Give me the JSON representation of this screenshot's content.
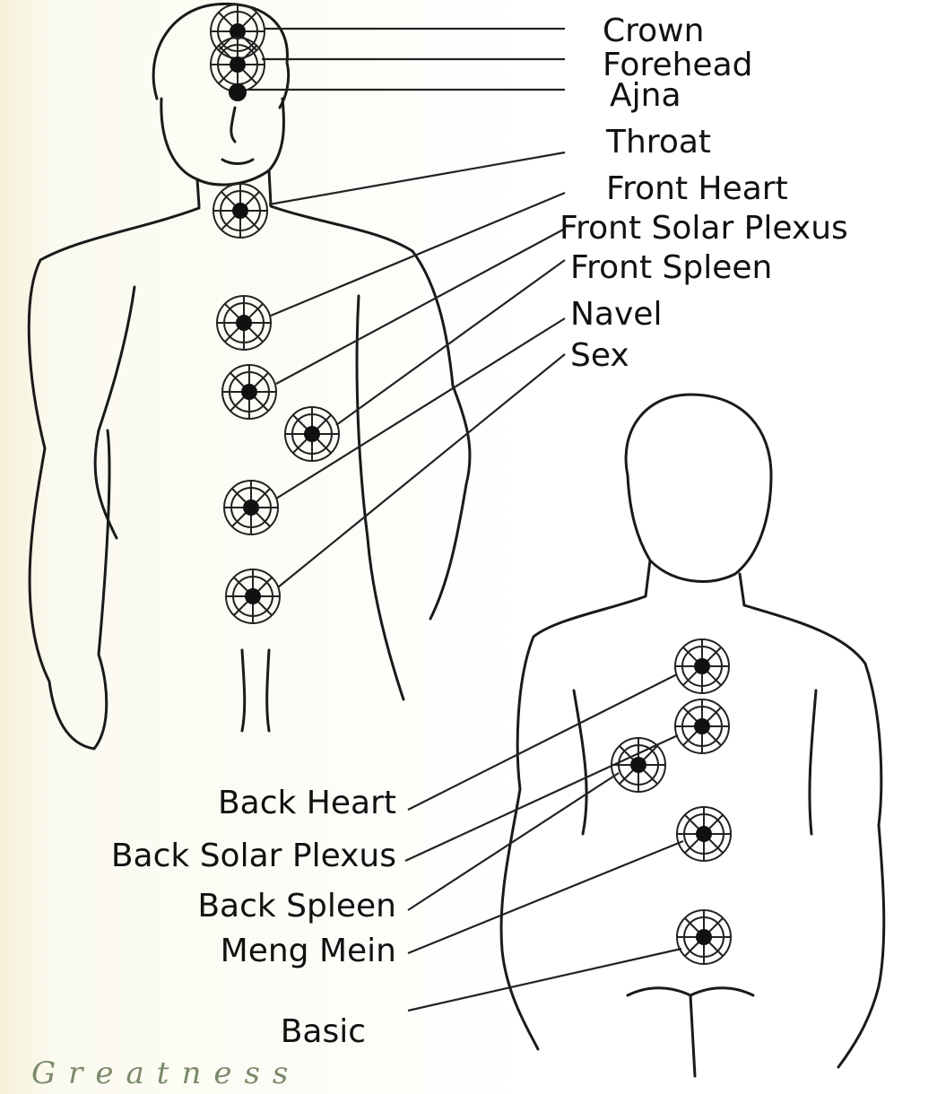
{
  "front_labels": {
    "crown": "Crown",
    "forehead": "Forehead",
    "ajna": "Ajna",
    "throat": "Throat",
    "front_heart": "Front Heart",
    "front_solar_plexus": "Front Solar Plexus",
    "front_spleen": "Front Spleen",
    "navel": "Navel",
    "sex": "Sex"
  },
  "back_labels": {
    "back_heart": "Back Heart",
    "back_solar_plexus": "Back Solar Plexus",
    "back_spleen": "Back Spleen",
    "meng_mein": "Meng Mein",
    "basic": "Basic"
  },
  "watermark": "Greatness"
}
